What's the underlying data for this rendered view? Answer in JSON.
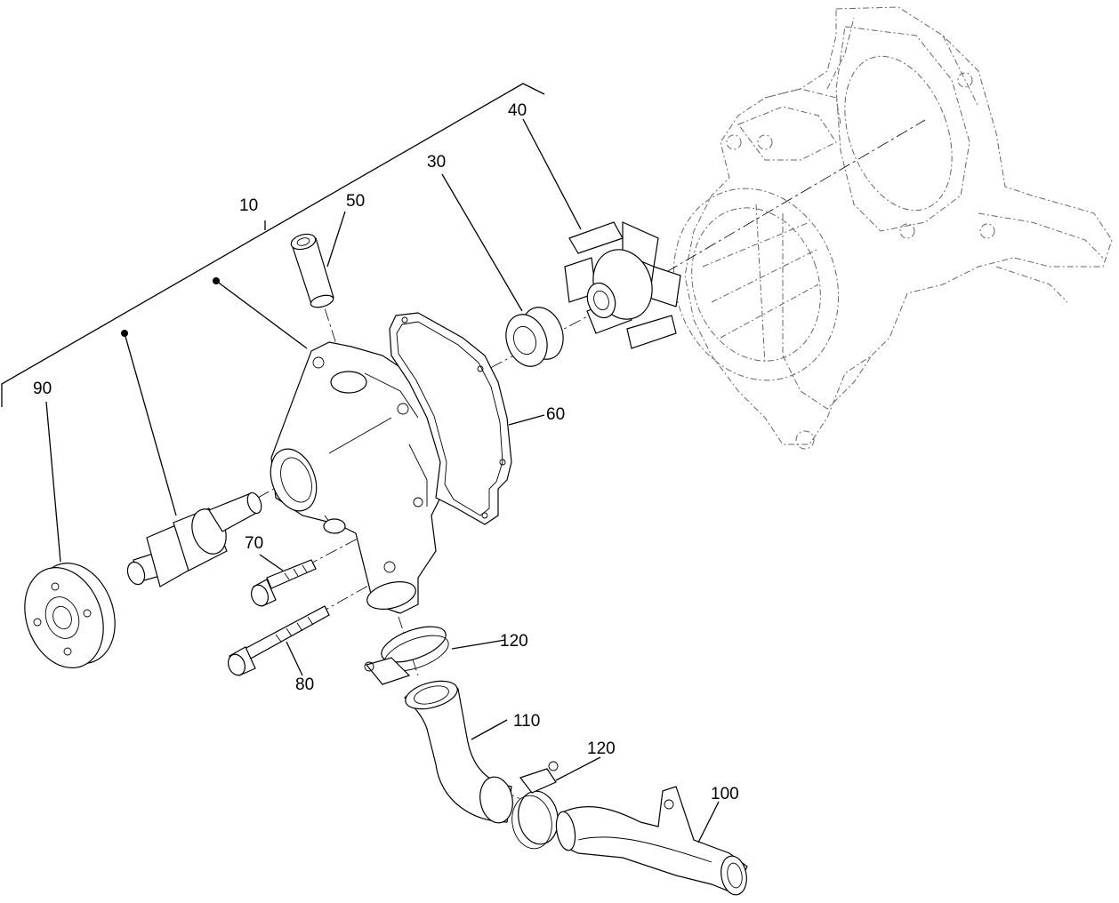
{
  "callouts": {
    "c10": "10",
    "c30": "30",
    "c40": "40",
    "c50": "50",
    "c60": "60",
    "c70": "70",
    "c80": "80",
    "c90": "90",
    "c100": "100",
    "c110": "110",
    "c120a": "120",
    "c120b": "120"
  },
  "colors": {
    "line": "#000000",
    "background": "#ffffff",
    "ghost": "#666666"
  }
}
